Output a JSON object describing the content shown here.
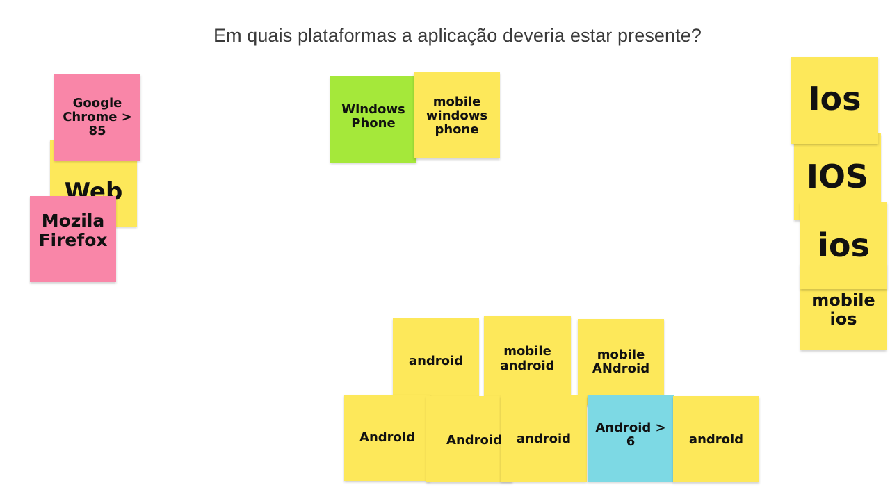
{
  "question": "Em quais plataformas a aplicação deveria estar presente?",
  "colors": {
    "yellow": "#fde85a",
    "pink": "#f986a8",
    "green": "#a5e83a",
    "cyan": "#7dd9e4"
  },
  "notes": {
    "web": "Web",
    "google_chrome": "Google Chrome > 85",
    "mozila_firefox": "Mozila Firefox",
    "windows_phone": "Windows Phone",
    "mobile_windows_phone": "mobile windows phone",
    "ios_1": "Ios",
    "ios_2": "IOS",
    "ios_3": "ios",
    "mobile_ios": "mobile ios",
    "android_1": "android",
    "mobile_android_1": "mobile android",
    "mobile_android_2": "mobile ANdroid",
    "android_2": "Android",
    "android_3": "Android",
    "android_4": "android",
    "android_6": "Android > 6",
    "android_5": "android"
  }
}
